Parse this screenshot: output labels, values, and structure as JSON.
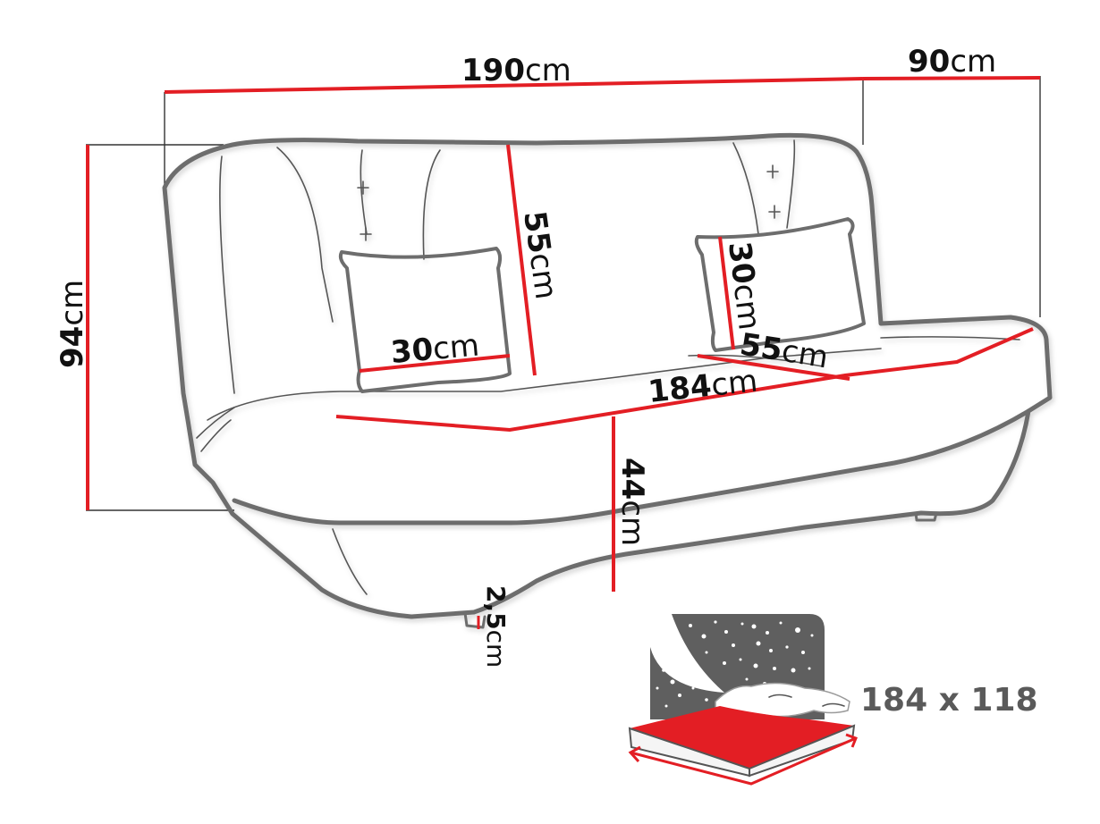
{
  "diagram": {
    "subject": "Sofa bed dimension drawing",
    "colors": {
      "dimension_line": "#e31e24",
      "outline": "#6d6d6d",
      "text": "#111111",
      "bed_icon_gray": "#5f5f5f",
      "bed_mattress": "#e31e24"
    },
    "dimensions": {
      "total_width": {
        "value": "190",
        "unit": "cm"
      },
      "total_depth": {
        "value": "90",
        "unit": "cm"
      },
      "total_height": {
        "value": "94",
        "unit": "cm"
      },
      "backrest_height": {
        "value": "55",
        "unit": "cm"
      },
      "pillow_left_width": {
        "value": "30",
        "unit": "cm"
      },
      "pillow_right_height": {
        "value": "30",
        "unit": "cm"
      },
      "seat_depth": {
        "value": "55",
        "unit": "cm"
      },
      "seat_width": {
        "value": "184",
        "unit": "cm"
      },
      "seat_height": {
        "value": "44",
        "unit": "cm"
      },
      "leg_height": {
        "value": "2,5",
        "unit": "cm"
      }
    },
    "sleeping_area": {
      "label": "184 x 118",
      "icon": "bed-night-icon"
    }
  }
}
